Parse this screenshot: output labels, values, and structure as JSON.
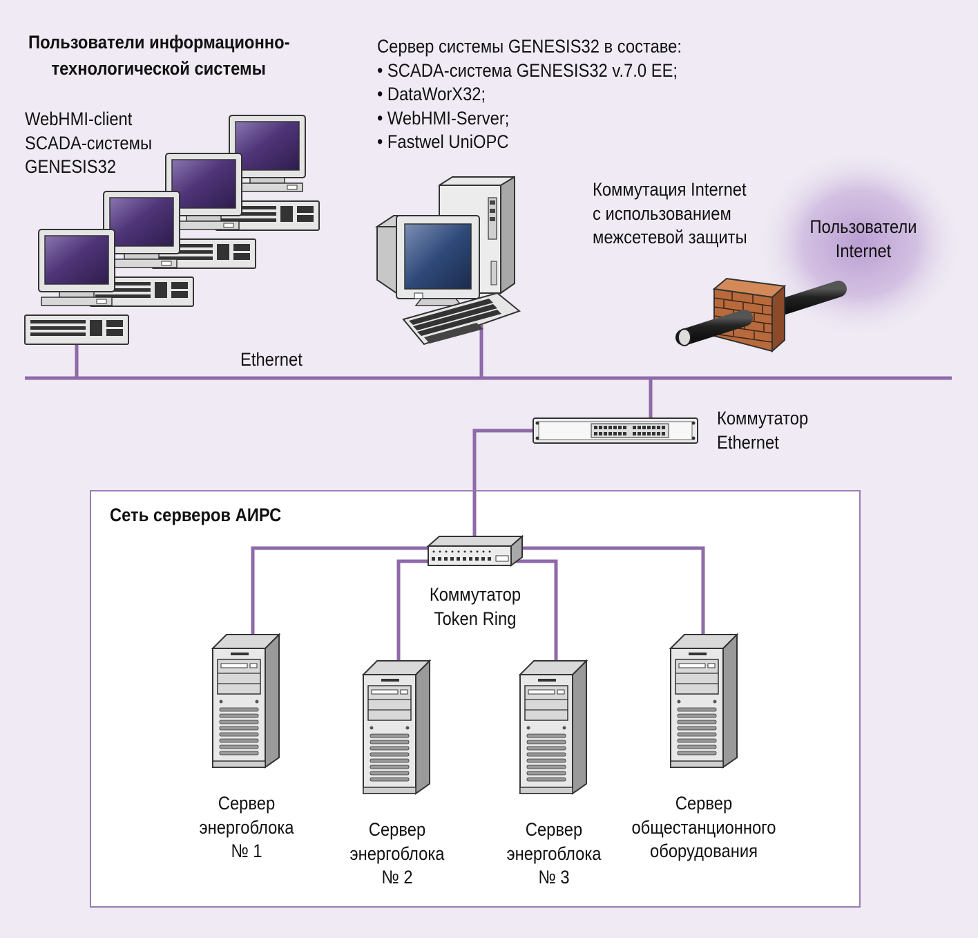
{
  "users_title": [
    "Пользователи информационно-",
    "технологической системы"
  ],
  "webhmi_client_label": [
    "WebHMI-client",
    "SCADA-системы",
    "GENESIS32"
  ],
  "server_description": [
    "Сервер системы GENESIS32 в составе:",
    "• SCADA-система GENESIS32 v.7.0 EE;",
    "• DataWorX32;",
    "• WebHMI-Server;",
    "• Fastwel UniOPC"
  ],
  "internet_switching_label": [
    "Коммутация Internet",
    "с использованием",
    "межсетевой защиты"
  ],
  "internet_users_label": [
    "Пользователи",
    "Internet"
  ],
  "ethernet_label": "Ethernet",
  "ethernet_switch_label": [
    "Коммутатор",
    "Ethernet"
  ],
  "airs_network_title": "Сеть серверов АИРС",
  "token_ring_switch_label": [
    "Коммутатор",
    "Token Ring"
  ],
  "servers": [
    {
      "label": [
        "Сервер",
        "энергоблока",
        "№ 1"
      ]
    },
    {
      "label": [
        "Сервер",
        "энергоблока",
        "№ 2"
      ]
    },
    {
      "label": [
        "Сервер",
        "энергоблока",
        "№ 3"
      ]
    },
    {
      "label": [
        "Сервер",
        "общестанционного",
        "оборудования"
      ]
    }
  ],
  "colors": {
    "background": "#efeaf3",
    "network_line": "#8e6aa8",
    "panel_border": "#9b7bb4",
    "panel_fill": "#ffffff",
    "screen": "#5a3f86",
    "firewall_brick": "#b86a3c",
    "internet_cloud": "#b79ad0"
  }
}
